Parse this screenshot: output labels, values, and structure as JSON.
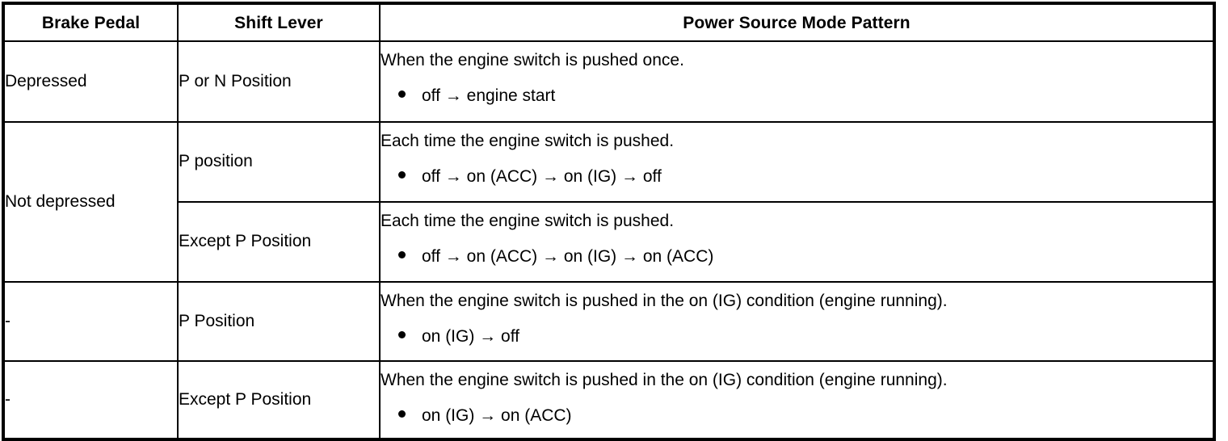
{
  "table": {
    "headers": [
      {
        "label": "Brake Pedal",
        "name": "header-brake-pedal"
      },
      {
        "label": "Shift Lever",
        "name": "header-shift-lever"
      },
      {
        "label": "Power Source Mode Pattern",
        "name": "header-power-source-mode-pattern"
      }
    ],
    "rows": [
      {
        "brake": "Depressed",
        "shift": "P or N Position",
        "intro": "When the engine switch is pushed once.",
        "bullet": "off → engine start"
      },
      {
        "brake": "Not depressed",
        "shift": "P position",
        "intro": "Each time the engine switch is pushed.",
        "bullet": "off → on (ACC) → on (IG) → off"
      },
      {
        "brake": "",
        "shift": "Except P Position",
        "intro": "Each time the engine switch is pushed.",
        "bullet": "off → on (ACC) → on (IG) → on (ACC)"
      },
      {
        "brake": "-",
        "shift": "P Position",
        "intro": "When the engine switch is pushed in the on (IG) condition (engine running).",
        "bullet": "on (IG) → off"
      },
      {
        "brake": "-",
        "shift": "Except P Position",
        "intro": "When the engine switch is pushed in the on (IG) condition (engine running).",
        "bullet": "on (IG) → on (ACC)"
      }
    ],
    "colors": {
      "border": "#000000",
      "text": "#000000",
      "background": "#ffffff"
    }
  }
}
